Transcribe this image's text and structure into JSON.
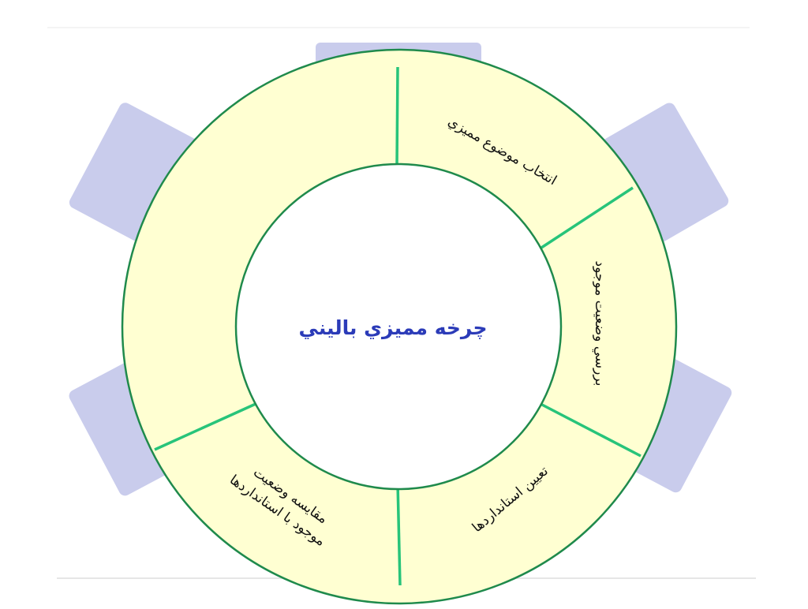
{
  "diagram": {
    "center_title": "چرخه مميزي باليني",
    "segments": [
      {
        "lines": [
          "انتخاب موضوع مميزي"
        ]
      },
      {
        "lines": [
          "بررسي وضعيت موجود"
        ]
      },
      {
        "lines": [
          "تعيين استانداردها"
        ]
      },
      {
        "lines": [
          "مقايسه وضعيت",
          "موجود با استانداردها"
        ]
      },
      {
        "lines": []
      }
    ]
  },
  "colors": {
    "ring_fill": "#ffffd2",
    "ring_stroke": "#1f8a4c",
    "divider": "#27c47a",
    "center_fill": "#ffffff",
    "center_text": "#2b3bb8",
    "tab_fill": "#c9ccec",
    "rule": "#e3e3e3"
  }
}
